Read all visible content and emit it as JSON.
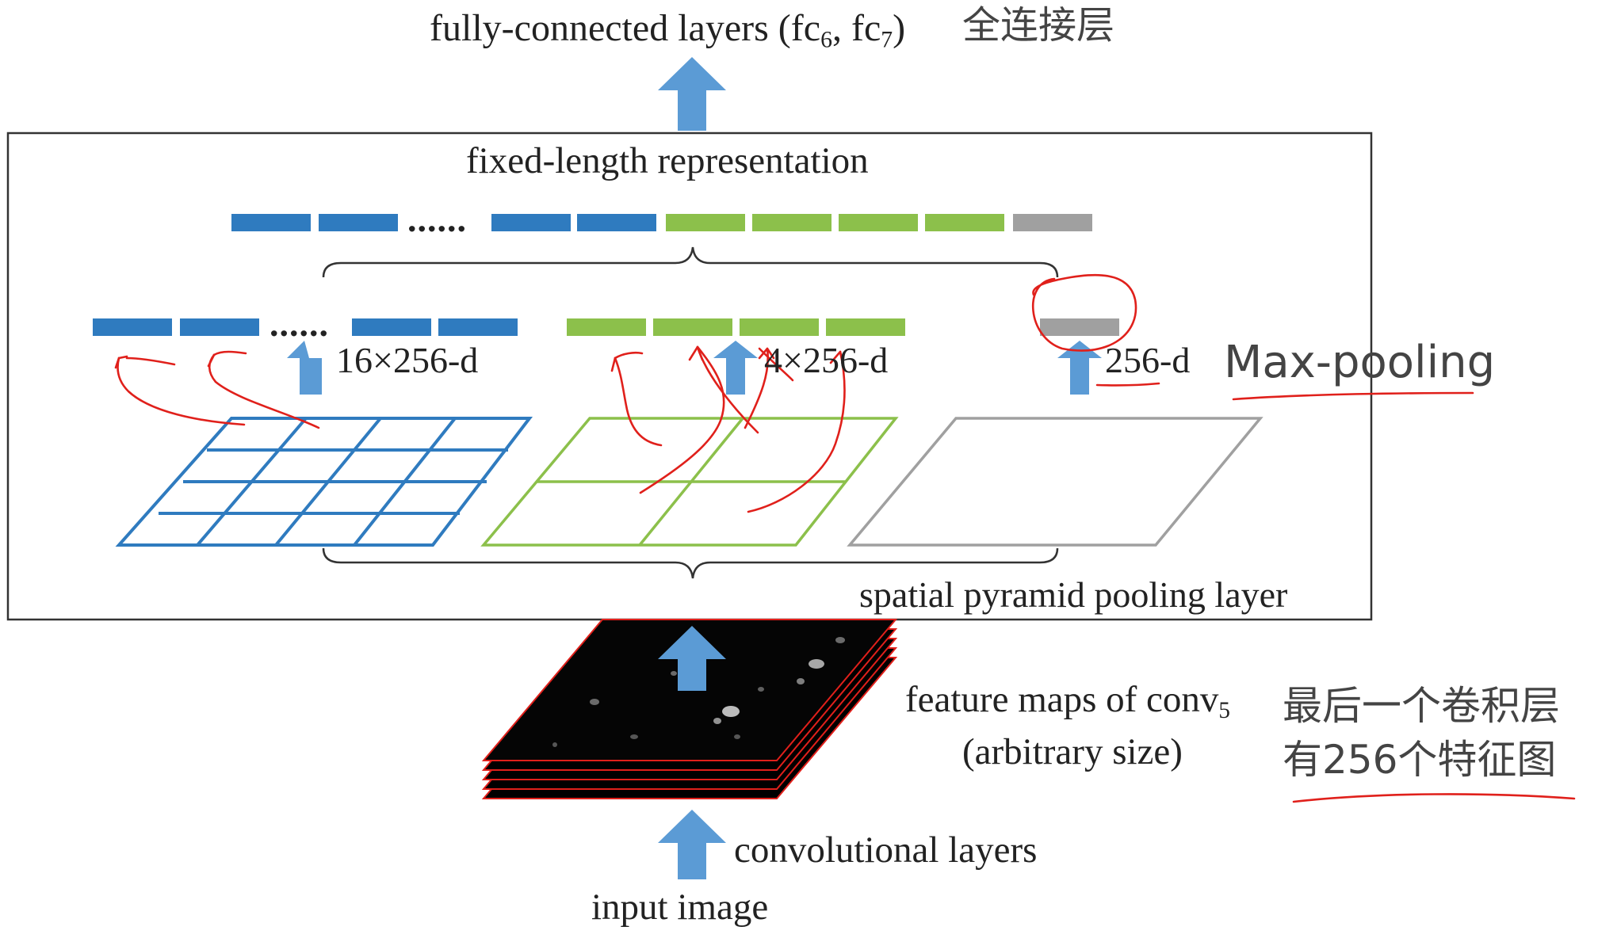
{
  "title": {
    "prefix": "fully-connected layers (fc",
    "sub1": "6",
    "mid": ", fc",
    "sub2": "7",
    "suffix": ")",
    "annotation_cn": "全连接层"
  },
  "spp_box": {
    "top_label": "fixed-length representation",
    "bottom_label": "spatial pyramid pooling layer",
    "dots": "......"
  },
  "levels": [
    {
      "label": "16×256-d",
      "grid": "4x4",
      "color": "#2f7bbf"
    },
    {
      "label": "4×256-d",
      "grid": "2x2",
      "color": "#8cc04b"
    },
    {
      "label": "256-d",
      "grid": "1x1",
      "color": "#a0a0a0"
    }
  ],
  "annotations": {
    "max_pooling": "Max-pooling",
    "last_conv_line1": "最后一个卷积层",
    "last_conv_line2": "有256个特征图"
  },
  "feature_maps": {
    "line1_prefix": "feature maps of conv",
    "line1_sub": "5",
    "line2": "(arbitrary size)"
  },
  "conv_label": "convolutional layers",
  "input_label": "input image",
  "colors": {
    "blue": "#2f7bbf",
    "green": "#8cc04b",
    "gray": "#a0a0a0",
    "arrow": "#5b9bd5",
    "ink_red": "#e0201b",
    "map_border": "#e0201b"
  }
}
